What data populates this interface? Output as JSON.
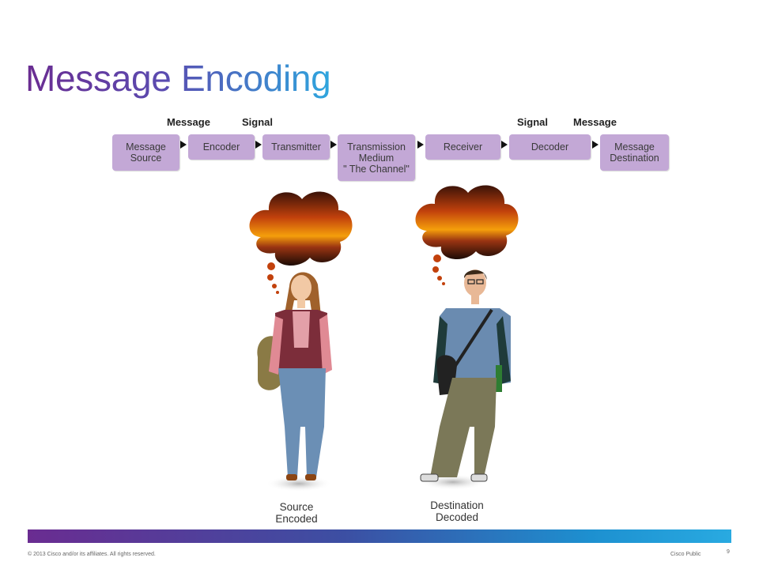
{
  "slide": {
    "title": "Message Encoding",
    "page_number": "9"
  },
  "labels": {
    "message_left": "Message",
    "signal_left": "Signal",
    "signal_right": "Signal",
    "message_right": "Message"
  },
  "flow": [
    [
      "Message",
      "Source"
    ],
    [
      "Encoder"
    ],
    [
      "Transmitter"
    ],
    [
      "Transmission",
      "Medium",
      "\" The Channel\""
    ],
    [
      "Receiver"
    ],
    [
      "Decoder"
    ],
    [
      "Message",
      "Destination"
    ]
  ],
  "captions": {
    "source": [
      "Source",
      "Encoded"
    ],
    "destination": [
      "Destination",
      "Decoded"
    ]
  },
  "footer": {
    "copyright": "© 2013 Cisco and/or its affiliates. All rights reserved.",
    "classification": "Cisco Public"
  },
  "colors": {
    "box": "#c3a8d6",
    "title_start": "#6a2c91",
    "title_end": "#2fa6de"
  }
}
